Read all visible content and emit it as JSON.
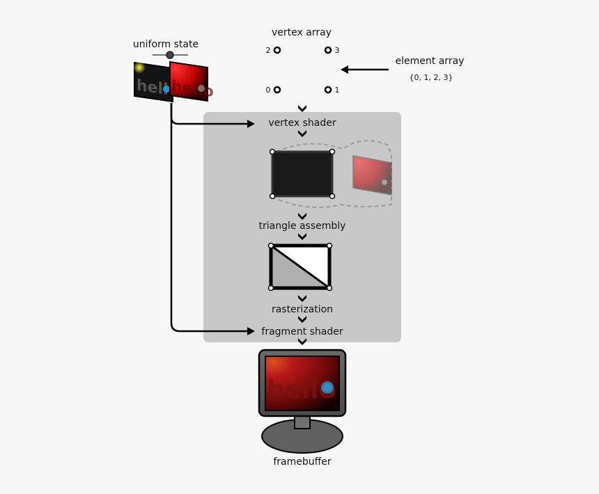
{
  "labels": {
    "uniform_state": "uniform state",
    "vertex_array": "vertex array",
    "element_array": "element array",
    "element_array_values": "{0, 1, 2, 3}",
    "vertex_shader": "vertex shader",
    "triangle_assembly": "triangle assembly",
    "rasterization": "rasterization",
    "fragment_shader": "fragment shader",
    "framebuffer": "framebuffer"
  },
  "vertex_indices": [
    "0",
    "1",
    "2",
    "3"
  ],
  "texture_text": "hello",
  "colors": {
    "background": "#f7f7f7",
    "pipeline_panel": "#c8c8c8",
    "arrow": "#111111",
    "screen_red": "#b01818",
    "texture_red": "#e01010",
    "accent_blue": "#2e8fc8",
    "accent_yellow": "#f0e000",
    "monitor_body": "#555555",
    "dashed_outline": "#9a9a9a"
  }
}
